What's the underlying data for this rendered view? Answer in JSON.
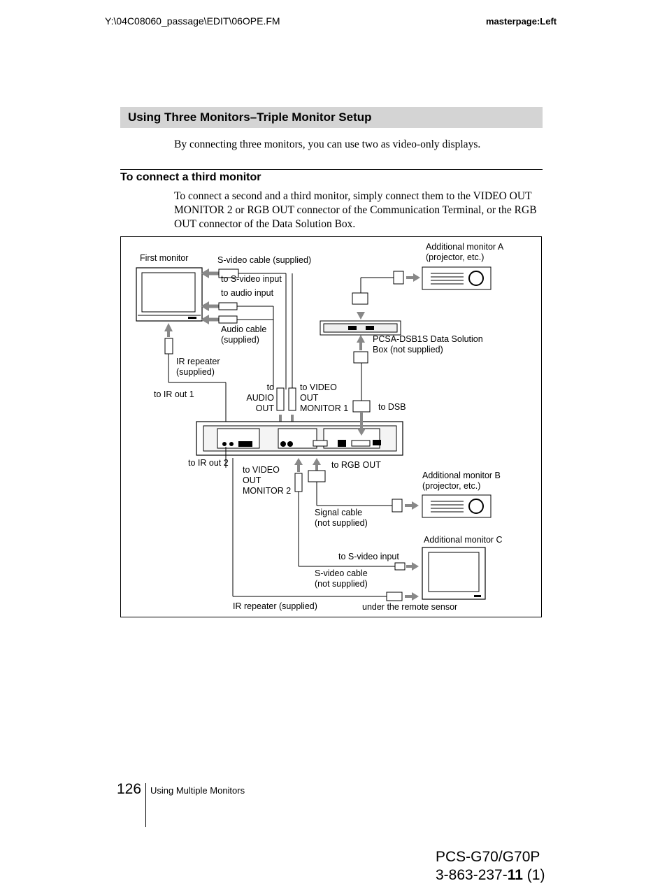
{
  "header": {
    "file_path": "Y:\\04C08060_passage\\EDIT\\06OPE.FM",
    "masterpage": "masterpage:Left"
  },
  "section": {
    "title": "Using Three Monitors–Triple Monitor Setup",
    "intro": "By connecting three monitors, you can use two as video-only displays."
  },
  "subsection": {
    "title": "To connect a third monitor",
    "body": "To connect a second and a third monitor, simply connect them to the VIDEO OUT MONITOR 2 or RGB OUT connector of the Communication Terminal, or the RGB OUT connector of the Data Solution Box."
  },
  "diagram": {
    "labels": {
      "first_monitor": "First monitor",
      "svideo_cable_supplied": "S-video cable (supplied)",
      "to_svideo_input_top": "to S-video input",
      "to_audio_input": "to audio input",
      "audio_cable": "Audio cable\n(supplied)",
      "ir_repeater_supplied": "IR repeater\n(supplied)",
      "to_ir_out_1": "to IR out 1",
      "to_audio_out": "to\nAUDIO\nOUT",
      "to_video_out_monitor_1": "to VIDEO\nOUT\nMONITOR 1",
      "additional_monitor_a": "Additional monitor A\n(projector, etc.)",
      "pcsa_dsb1s": "PCSA-DSB1S Data Solution\nBox (not supplied)",
      "to_dsb": "to DSB",
      "to_ir_out_2": "to IR out 2",
      "to_video_out_monitor_2": "to VIDEO\nOUT\nMONITOR 2",
      "to_rgb_out": "to RGB OUT",
      "additional_monitor_b": "Additional monitor B\n(projector, etc.)",
      "signal_cable": "Signal cable\n(not supplied)",
      "additional_monitor_c": "Additional monitor C",
      "to_svideo_input_bottom": "to S-video input",
      "svideo_cable_not_supplied": "S-video cable\n(not supplied)",
      "ir_repeater_bottom": "IR repeater (supplied)",
      "under_remote_sensor": "under the remote sensor"
    }
  },
  "footer": {
    "page_number": "126",
    "section_label": "Using Multiple Monitors",
    "model_line1": "PCS-G70/G70P",
    "model_line2_prefix": "3-863-237-",
    "model_line2_bold": "11",
    "model_line2_suffix": " (1)"
  }
}
